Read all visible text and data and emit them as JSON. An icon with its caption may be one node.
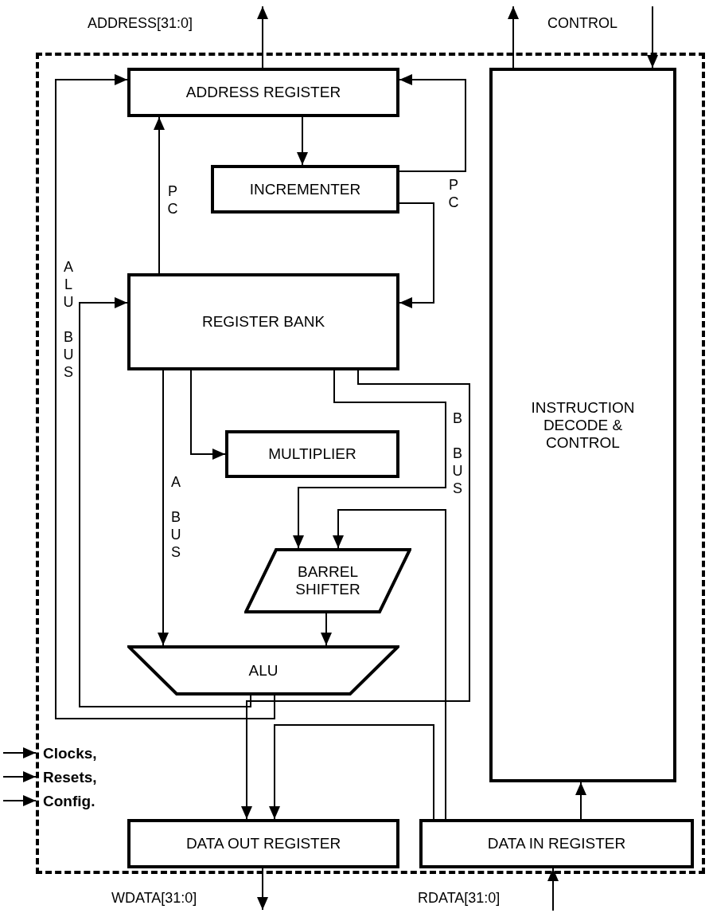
{
  "diagram": {
    "nodes": [
      {
        "text": [],
        "shape": "box"
      },
      {
        "text": [
          "ADDRESS REGISTER"
        ],
        "in": 0
      },
      {
        "text": [
          "INCREMENTER"
        ],
        "in": 0
      },
      {
        "text": [
          "REGISTER BANK"
        ],
        "in": 0
      },
      {
        "text": [
          "MULTIPLIER"
        ],
        "in": 0
      },
      {
        "text": [
          "BARREL SHIFTER"
        ],
        "in": 0
      },
      {
        "text": [
          "ALU"
        ],
        "in": 0
      },
      {
        "text": [
          "INSTRUCTION DECODE & CONTROL"
        ],
        "in": 0
      },
      {
        "text": [
          "DATA OUT REGISTER"
        ],
        "in": 0
      },
      {
        "text": [
          "DATA IN REGISTER"
        ],
        "in": 0
      }
    ],
    "edges": [
      {
        "from": 1,
        "to": null,
        "arrow": "to",
        "label": "ADDRESS[31:0]"
      },
      {
        "from": 7,
        "to": null,
        "arrow": "to"
      },
      {
        "from": null,
        "to": 7,
        "arrow": "to"
      },
      {
        "from": 6,
        "to": 1,
        "arrow": "to",
        "label": "ALU BUS"
      },
      {
        "from": 6,
        "to": 3,
        "arrow": "to"
      },
      {
        "from": 3,
        "to": 1,
        "arrow": "to",
        "label": "PC"
      },
      {
        "from": 1,
        "to": 2,
        "arrow": "to"
      },
      {
        "from": 2,
        "to": 1,
        "arrow": "to",
        "label": "PC"
      },
      {
        "from": 2,
        "to": 3,
        "arrow": "to"
      },
      {
        "from": 3,
        "to": 4,
        "arrow": "to"
      },
      {
        "from": 3,
        "to": 6,
        "arrow": "to",
        "label": "A BUS"
      },
      {
        "from": 3,
        "to": 5,
        "arrow": "to",
        "label": "B BUS"
      },
      {
        "from": 3,
        "to": 8,
        "arrow": "to"
      },
      {
        "from": 5,
        "to": 6,
        "arrow": "to"
      },
      {
        "from": 9,
        "to": 5,
        "arrow": "to"
      },
      {
        "from": 9,
        "to": 8,
        "arrow": "to"
      },
      {
        "from": 9,
        "to": 7,
        "arrow": "to"
      },
      {
        "from": 8,
        "to": null,
        "arrow": "to",
        "label": "WDATA[31:0]"
      },
      {
        "from": null,
        "to": 9,
        "arrow": "to",
        "label": "RDATA[31:0]"
      },
      {
        "from": null,
        "to": 0,
        "arrow": "to",
        "label": "Clocks,"
      },
      {
        "from": null,
        "to": 0,
        "arrow": "to",
        "label": "Resets,"
      },
      {
        "from": null,
        "to": 0,
        "arrow": "to",
        "label": "Config."
      }
    ],
    "labels": [
      "CONTROL"
    ]
  }
}
